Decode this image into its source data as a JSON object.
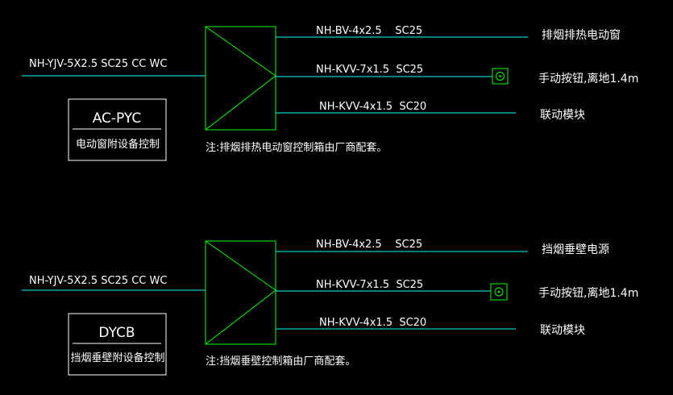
{
  "colors": {
    "background": "#000000",
    "cable": "#00ffff",
    "panel": "#00ff00",
    "text": "#ffffff"
  },
  "circuits": [
    {
      "incoming": "NH-YJV-5X2.5 SC25 CC WC",
      "box_code": "AC-PYC",
      "box_desc": "电动窗附设备控制",
      "outputs": [
        {
          "cable": "NH-BV-4x2.5    SC25",
          "target": "排烟排热电动窗"
        },
        {
          "cable": "NH-KVV-7x1.5  SC25",
          "target": "手动按钮,离地1.4m"
        },
        {
          "cable": "NH-KVV-4x1.5  SC20",
          "target": "联动模块"
        }
      ],
      "note": "注:排烟排热电动窗控制箱由厂商配套。"
    },
    {
      "incoming": "NH-YJV-5X2.5 SC25 CC WC",
      "box_code": "DYCB",
      "box_desc": "挡烟垂壁附设备控制",
      "outputs": [
        {
          "cable": "NH-BV-4x2.5    SC25",
          "target": "挡烟垂壁电源"
        },
        {
          "cable": "NH-KVV-7x1.5  SC25",
          "target": "手动按钮,离地1.4m"
        },
        {
          "cable": "NH-KVV-4x1.5  SC20",
          "target": "联动模块"
        }
      ],
      "note": "注:挡烟垂壁控制箱由厂商配套。"
    }
  ]
}
